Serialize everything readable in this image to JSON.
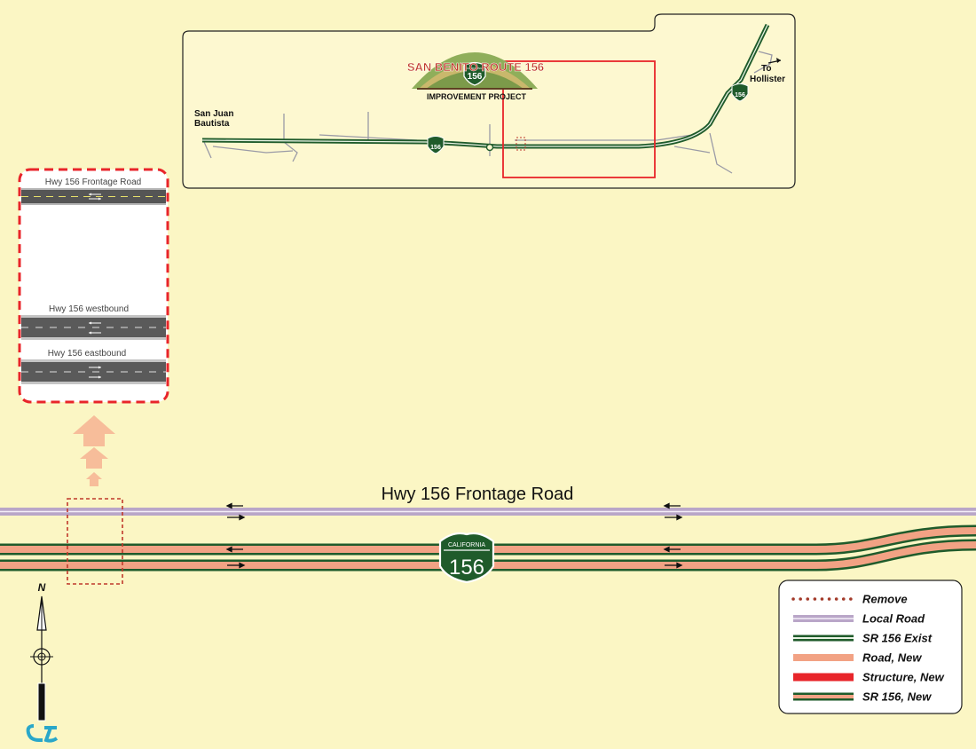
{
  "inset_map": {
    "project_title": "SAN BENITO ROUTE 156",
    "project_subtitle": "IMPROVEMENT PROJECT",
    "logo_shield_number": "156",
    "logo_shield_state": "CALIFORNIA",
    "place_west_line1": "San Juan",
    "place_west_line2": "Bautista",
    "direction_line1": "To",
    "direction_line2": "Hollister",
    "shield_west": "156",
    "shield_east": "156"
  },
  "cross_section": {
    "frontage_label": "Hwy 156 Frontage Road",
    "westbound_label": "Hwy 156 westbound",
    "eastbound_label": "Hwy 156 eastbound"
  },
  "main_map": {
    "frontage_road_label": "Hwy 156 Frontage Road",
    "shield_state": "CALIFORNIA",
    "shield_number": "156",
    "north_label": "N"
  },
  "legend": {
    "items": [
      {
        "label": "Remove",
        "style": "dotted",
        "color": "#a33a2a"
      },
      {
        "label": "Local Road",
        "style": "local",
        "color": "#b9a6c8"
      },
      {
        "label": "SR 156 Exist",
        "style": "sr-exist",
        "color": "#1f5b2b"
      },
      {
        "label": "Road, New",
        "style": "road-new",
        "color": "#f2a284"
      },
      {
        "label": "Structure, New",
        "style": "structure",
        "color": "#e8252a"
      },
      {
        "label": "SR 156, New",
        "style": "sr-new",
        "color": "#1f5b2b"
      }
    ]
  },
  "colors": {
    "background": "#fbf6c4",
    "highway_green": "#1f5b2b",
    "new_road_salmon": "#f2a284",
    "local_road_lavender": "#b9a6c8",
    "highlight_red": "#e8252a",
    "arrow_peach": "#f7bd9a"
  }
}
